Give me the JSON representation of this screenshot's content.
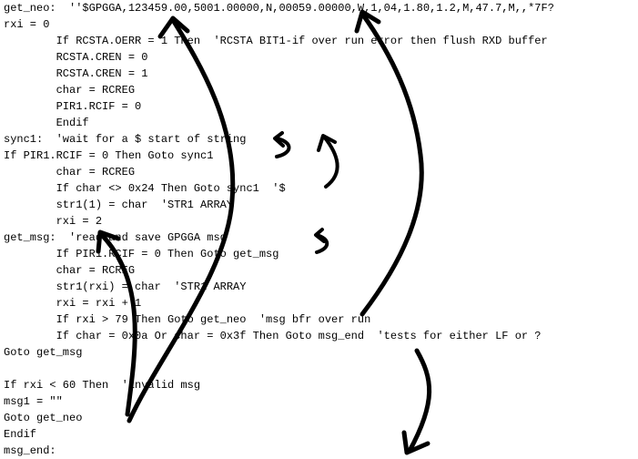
{
  "code_lines": [
    "get_neo:  ''$GPGGA,123459.00,5001.00000,N,00059.00000,W,1,04,1.80,1.2,M,47.7,M,,*7F?",
    "rxi = 0",
    "        If RCSTA.OERR = 1 Then  'RCSTA BIT1-if over run error then flush RXD buffer",
    "        RCSTA.CREN = 0",
    "        RCSTA.CREN = 1",
    "        char = RCREG",
    "        PIR1.RCIF = 0",
    "        Endif",
    "sync1:  'wait for a $ start of string",
    "If PIR1.RCIF = 0 Then Goto sync1",
    "        char = RCREG",
    "        If char <> 0x24 Then Goto sync1  '$",
    "        str1(1) = char  'STR1 ARRAY",
    "        rxi = 2",
    "get_msg:  'read and save GPGGA msg",
    "        If PIR1.RCIF = 0 Then Goto get_msg",
    "        char = RCREG",
    "        str1(rxi) = char  'STR1 ARRAY",
    "        rxi = rxi + 1",
    "        If rxi > 79 Then Goto get_neo  'msg bfr over run",
    "        If char = 0x0a Or char = 0x3f Then Goto msg_end  'tests for either LF or ?",
    "Goto get_msg",
    "",
    "If rxi < 60 Then  'invalid msg",
    "msg1 = \"\"",
    "Goto get_neo",
    "Endif",
    "msg_end:"
  ],
  "annotations": {
    "stroke_color": "#000000",
    "arrow_icons": [
      "curved-arrow-icon",
      "curved-arrow-icon",
      "curved-arrow-icon",
      "curved-arrow-icon",
      "curved-arrow-icon",
      "curved-arrow-icon",
      "curved-arrow-icon"
    ]
  }
}
